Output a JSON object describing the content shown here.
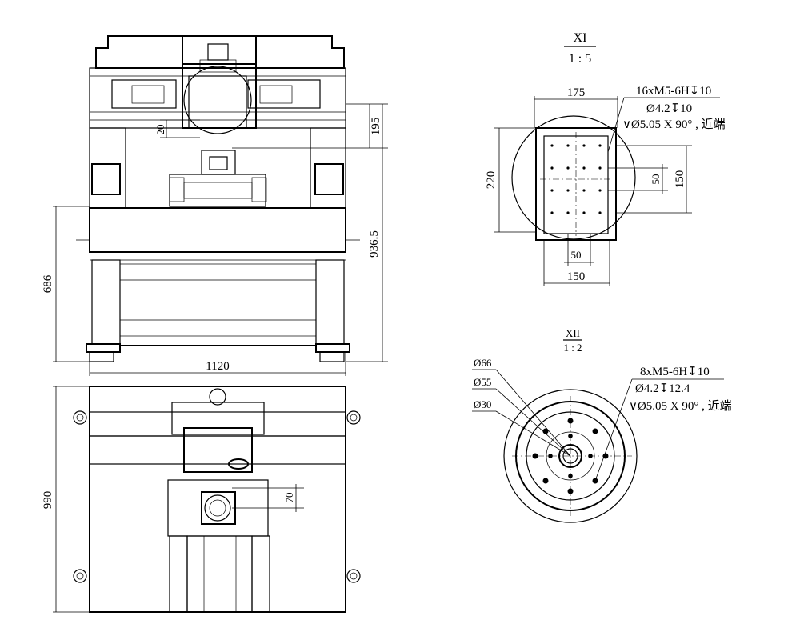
{
  "front_view": {
    "dim_height_lower": "686",
    "dim_height_total": "936.5",
    "dim_top_right": "195",
    "dim_small": "20",
    "dim_width": "1120"
  },
  "top_view": {
    "dim_height": "990",
    "dim_offset": "70"
  },
  "detail_xi": {
    "title": "XI",
    "scale": "1 : 5",
    "dim_top_width": "175",
    "dim_left_height": "220",
    "dim_right_inner": "50",
    "dim_right_outer": "150",
    "dim_bottom_inner": "50",
    "dim_bottom_outer": "150",
    "hole_spec_line1": "16xM5-6H↧10",
    "hole_spec_line2": "Ø4.2↧10",
    "hole_spec_line3": "∨Ø5.05 X 90° , 近端"
  },
  "detail_xii": {
    "title": "XII",
    "scale": "1 : 2",
    "dia_1": "Ø66",
    "dia_2": "Ø55",
    "dia_3": "Ø30",
    "hole_spec_line1": "8xM5-6H↧10",
    "hole_spec_line2": "Ø4.2↧12.4",
    "hole_spec_line3": "∨Ø5.05 X 90° , 近端"
  }
}
